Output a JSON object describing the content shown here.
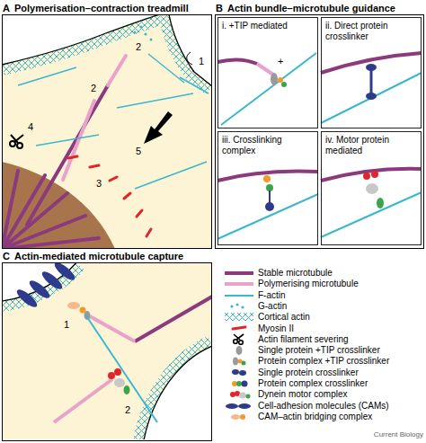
{
  "diagram": {
    "nodes": [
      {
        "text": [
          "A",
          "Polymerisation–contraction treadmill"
        ]
      },
      {
        "text": [
          "B",
          "Actin bundle–microtubule guidance"
        ]
      },
      {
        "text": [
          "i. +TIP mediated"
        ],
        "in": 1
      },
      {
        "text": [
          "ii. Direct protein crosslinker"
        ],
        "in": 1
      },
      {
        "text": [
          "iii. Crosslinking complex"
        ],
        "in": 1
      },
      {
        "text": [
          "iv. Motor protein mediated"
        ],
        "in": 1
      },
      {
        "text": [
          "C",
          "Actin-mediated microtubule capture"
        ]
      }
    ],
    "labels": [
      "1",
      "2",
      "2",
      "3",
      "4",
      "5",
      "+",
      "1",
      "2",
      "Current Biology"
    ],
    "legend": [
      {
        "text": "Stable microtubule"
      },
      {
        "text": "Polymerising microtubule"
      },
      {
        "text": "F-actin"
      },
      {
        "text": "G-actin"
      },
      {
        "text": "Cortical actin"
      },
      {
        "text": "Myosin II"
      },
      {
        "text": "Actin filament severing"
      },
      {
        "text": "Single protein +TIP crosslinker"
      },
      {
        "text": "Protein complex +TIP crosslinker"
      },
      {
        "text": "Single protein crosslinker"
      },
      {
        "text": "Protein complex crosslinker"
      },
      {
        "text": "Dynein motor complex"
      },
      {
        "text": "Cell-adhesion molecules (CAMs)"
      },
      {
        "text": "CAM–actin bridging complex"
      }
    ]
  }
}
